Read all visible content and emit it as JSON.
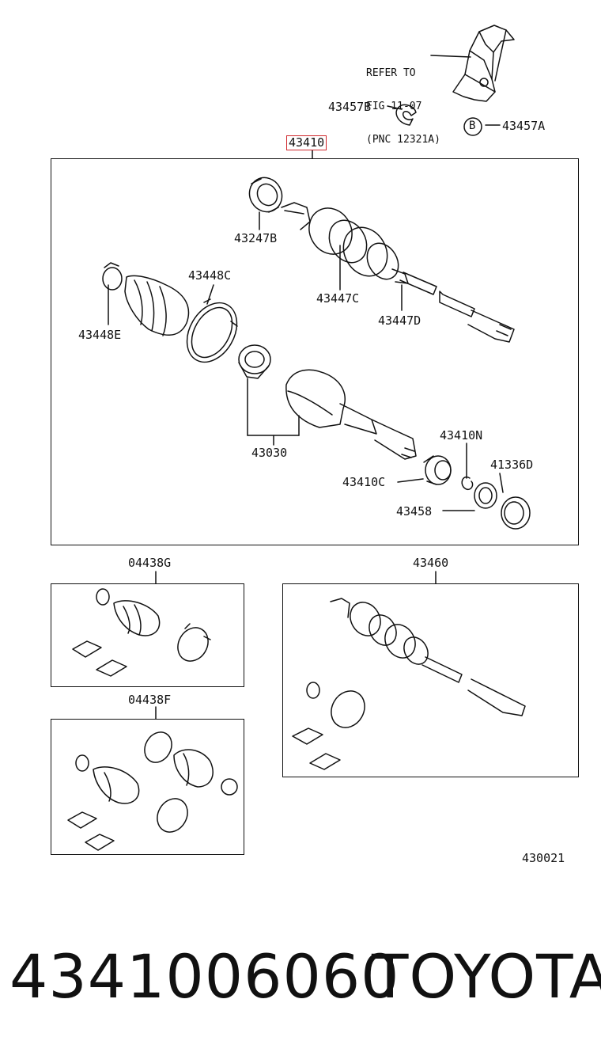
{
  "reference_note": [
    "REFER TO",
    "FIG 11-07",
    "(PNC 12321A)"
  ],
  "callout_circle": "B",
  "parts": {
    "p43457B": "43457B",
    "p43457A": "43457A",
    "p43410": "43410",
    "p43247B": "43247B",
    "p43448C": "43448C",
    "p43448E": "43448E",
    "p43447C": "43447C",
    "p43447D": "43447D",
    "p43030": "43030",
    "p43410N": "43410N",
    "p43410C": "43410C",
    "p41336D": "41336D",
    "p43458": "43458",
    "p04438G": "04438G",
    "p43460": "43460",
    "p04438F": "04438F"
  },
  "figure_number": "430021",
  "part_number": "4341006060",
  "brand": "TOYOTA",
  "colors": {
    "line": "#111111",
    "highlight": "#d0282d",
    "background": "#ffffff"
  }
}
